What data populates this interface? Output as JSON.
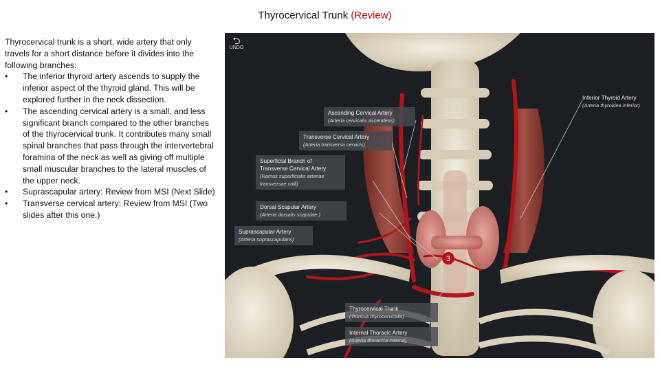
{
  "slide": {
    "title_main": "Thyrocervical Trunk ",
    "title_accent": "(Review)"
  },
  "body": {
    "intro": "Thyrocervical trunk is a short, wide artery that only travels for a short distance before it divides into the following branches:",
    "bullet_char": "•",
    "bullets": [
      "The inferior thyroid artery ascends to supply the inferior aspect of the thyroid gland. This will be explored further in the neck dissection.",
      "The ascending cervical artery  is a small, and less significant branch compared to the other branches of the thyrocervical trunk. It contributes many small spinal branches that pass through the intervertebral foramina of the neck as well as giving off multiple small muscular branches to the lateral muscles of the upper neck.",
      "Suprascapular artery:  Review from MSI (Next Slide)",
      "Transverse cervical artery: Review from MSI (Two slides after this one.)"
    ]
  },
  "figure": {
    "undo_label": "UNDO",
    "undo_glyph": "⮌",
    "marker_number": "3",
    "labels": {
      "inferior_thyroid": {
        "name": "Inferior Thyroid Artery",
        "latin": "(Arteria thyroidea inferior)"
      },
      "ascending_cervical": {
        "name": "Ascending Cervical Artery",
        "latin": "(Arteria cervicalis ascendens)"
      },
      "transverse_cervical": {
        "name": "Transverse Cervical Artery",
        "latin": "(Arteria transversa cervicis)"
      },
      "superficial_branch": {
        "name": "Superficial Branch of Transverse Cervical Artery",
        "latin": "(Ramus superficialis arteriae transversae colli)"
      },
      "dorsal_scapular": {
        "name": "Dorsal Scapular Artery",
        "latin": "(Arteria dorsalis scapulae )"
      },
      "suprascapular": {
        "name": "Suprascapular Artery",
        "latin": "(Arteria suprascapularis)"
      },
      "thyrocervical_trunk": {
        "name": "Thyrocervical Trunk",
        "latin": "(Truncus thyrocervicalis)"
      },
      "internal_thoracic": {
        "name": "Internal Thoracic Artery",
        "latin": "(Arteria thoracica interna)"
      }
    },
    "colors": {
      "background": "#1b1e22",
      "bone": "#e7e0cf",
      "artery": "#b3141b",
      "muscle": "#a04a3c",
      "thyroid": "#d98a86",
      "label_bg": "#464a52",
      "accent": "#c00000"
    }
  }
}
